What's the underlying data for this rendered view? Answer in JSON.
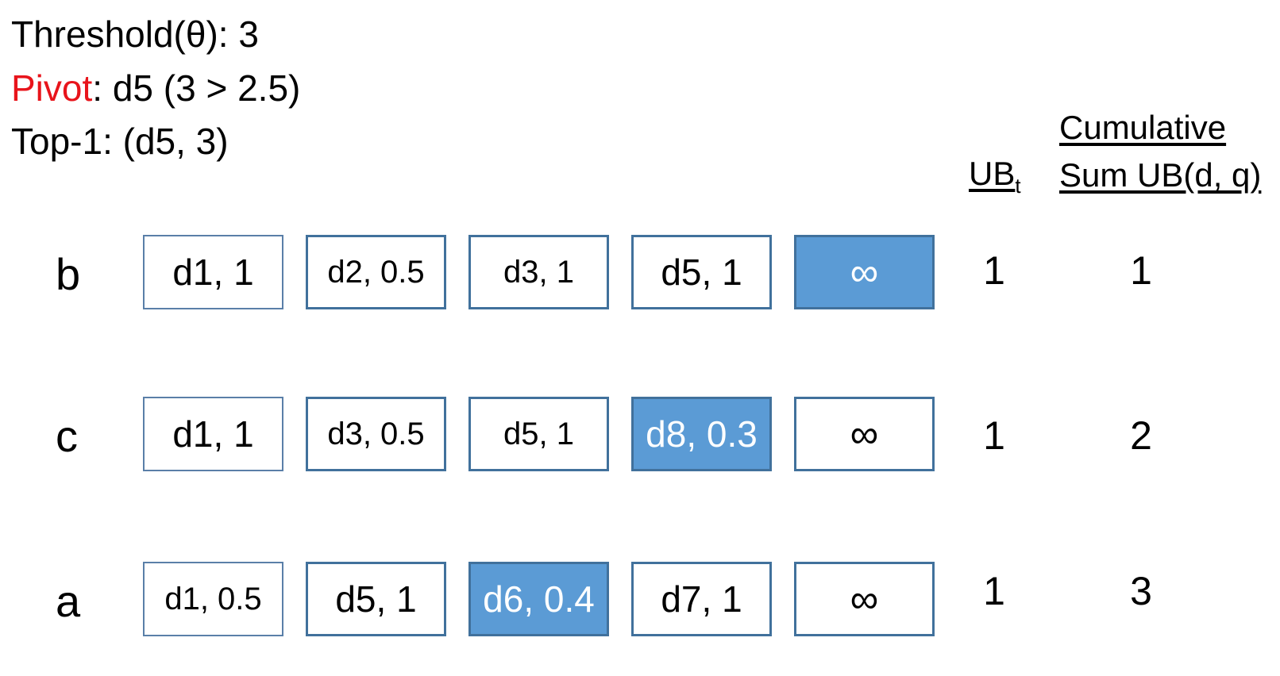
{
  "info": {
    "threshold": "Threshold(θ): 3",
    "pivot_label": "Pivot",
    "pivot_value": ": d5 (3 > 2.5)",
    "top1": "Top-1: (d5, 3)"
  },
  "headers": {
    "ub_main": "UB",
    "ub_sub": "t",
    "cumulative_line1": "Cumulative",
    "cumulative_line2": "Sum UB(d, q)"
  },
  "rows": [
    {
      "label": "b",
      "cells": [
        "d1, 1",
        "d2, 0.5",
        "d3, 1",
        "d5, 1",
        "∞"
      ],
      "highlight_index": 4,
      "ub": "1",
      "cumulative": "1"
    },
    {
      "label": "c",
      "cells": [
        "d1, 1",
        "d3, 0.5",
        "d5, 1",
        "d8, 0.3",
        "∞"
      ],
      "highlight_index": 3,
      "ub": "1",
      "cumulative": "2"
    },
    {
      "label": "a",
      "cells": [
        "d1, 0.5",
        "d5, 1",
        "d6, 0.4",
        "d7, 1",
        "∞"
      ],
      "highlight_index": 2,
      "ub": "1",
      "cumulative": "3"
    }
  ],
  "colors": {
    "highlight_fill": "#5b9bd5",
    "cell_border": "#41719c",
    "pivot_text": "#e8141b"
  }
}
